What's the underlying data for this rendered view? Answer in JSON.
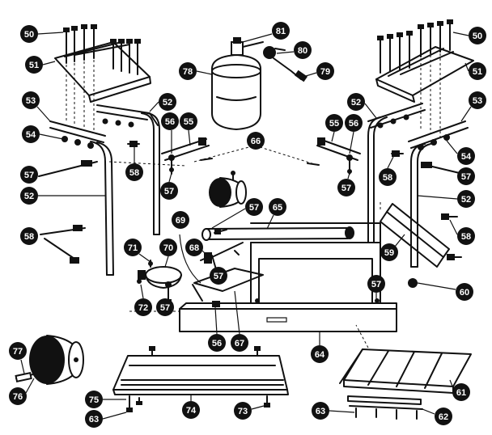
{
  "callouts": {
    "c50a": "50",
    "c50b": "50",
    "c51a": "51",
    "c51b": "51",
    "c52a": "52",
    "c52b": "52",
    "c52c": "52",
    "c52d": "52",
    "c53a": "53",
    "c53b": "53",
    "c54a": "54",
    "c54b": "54",
    "c55a": "55",
    "c55b": "55",
    "c56a": "56",
    "c56b": "56",
    "c56c": "56",
    "c57a": "57",
    "c57b": "57",
    "c57c": "57",
    "c57d": "57",
    "c57e": "57",
    "c57f": "57",
    "c57g": "57",
    "c57h": "57",
    "c58a": "58",
    "c58b": "58",
    "c58c": "58",
    "c58d": "58",
    "c59": "59",
    "c60": "60",
    "c61": "61",
    "c62": "62",
    "c63a": "63",
    "c63b": "63",
    "c64": "64",
    "c65": "65",
    "c66": "66",
    "c67": "67",
    "c68": "68",
    "c69": "69",
    "c70": "70",
    "c71": "71",
    "c72": "72",
    "c73": "73",
    "c74": "74",
    "c75": "75",
    "c76": "76",
    "c77": "77",
    "c78": "78",
    "c79": "79",
    "c80": "80",
    "c81": "81"
  },
  "colors": {
    "ink": "#111111",
    "paper": "#ffffff"
  }
}
